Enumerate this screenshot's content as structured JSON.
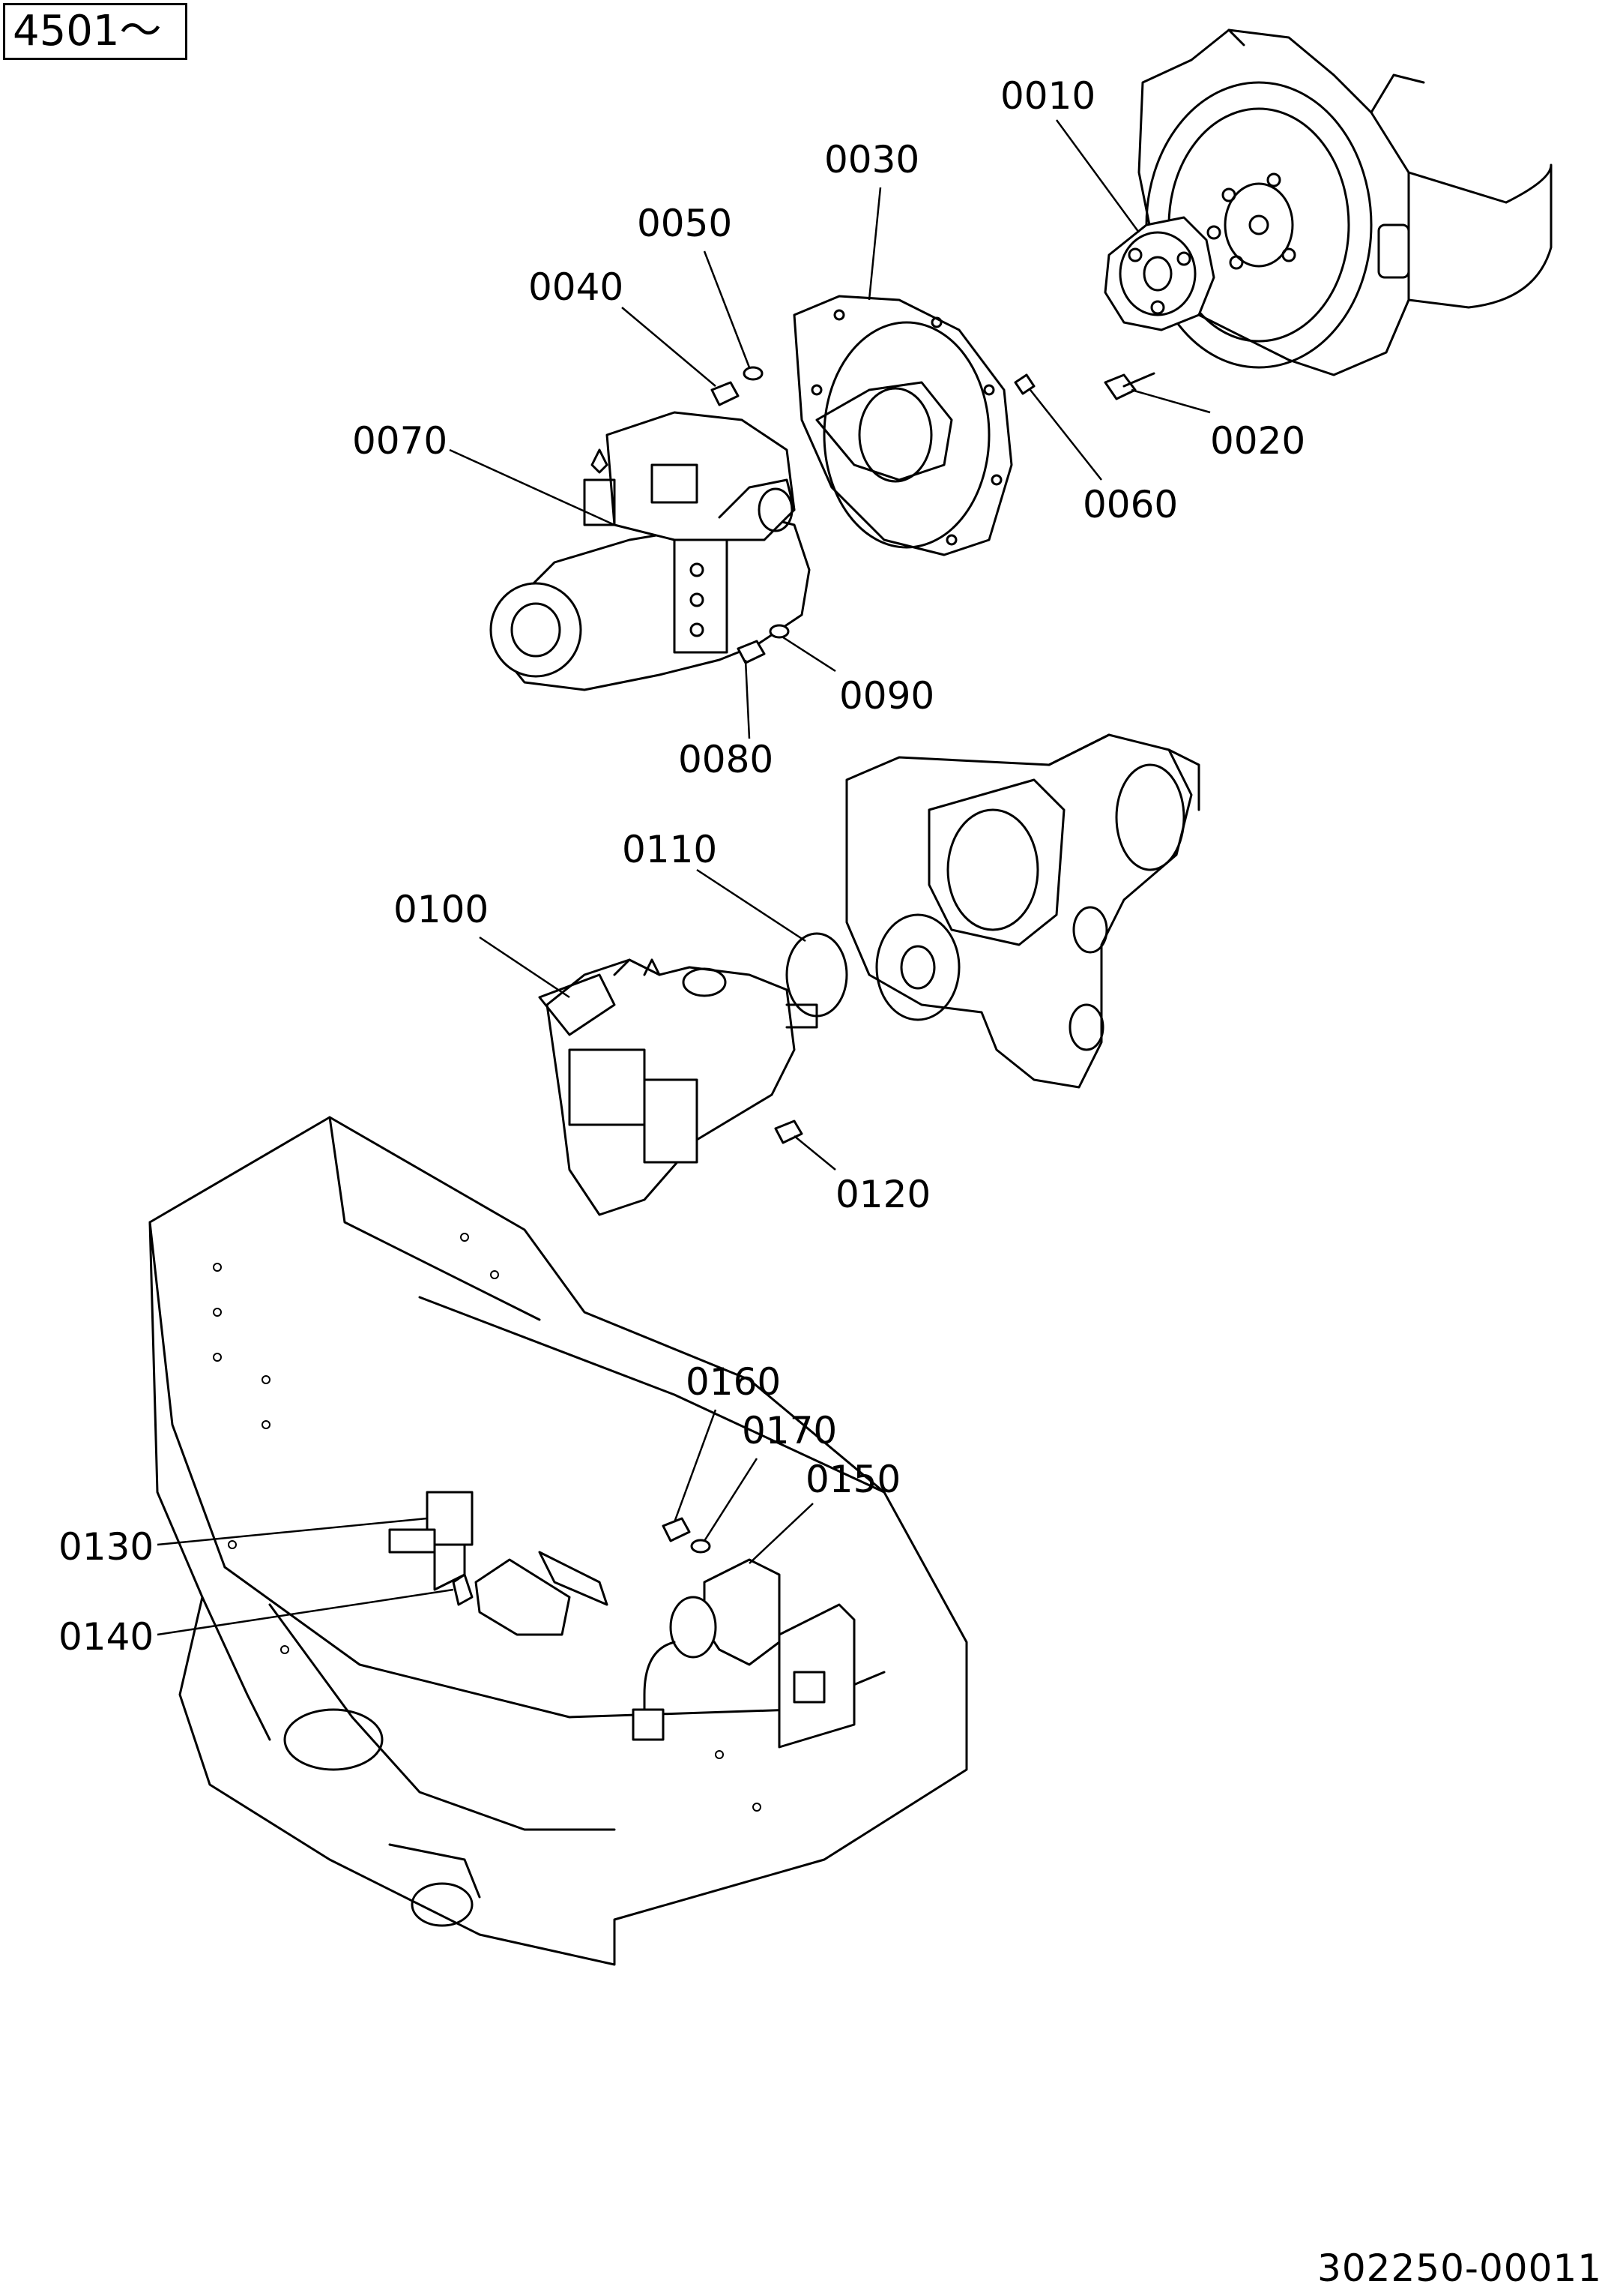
{
  "serial_range": "4501～",
  "drawing_number": "302250-00011",
  "parts": [
    {
      "id": "p0010",
      "label": "0010"
    },
    {
      "id": "p0020",
      "label": "0020"
    },
    {
      "id": "p0030",
      "label": "0030"
    },
    {
      "id": "p0040",
      "label": "0040"
    },
    {
      "id": "p0050",
      "label": "0050"
    },
    {
      "id": "p0060",
      "label": "0060"
    },
    {
      "id": "p0070",
      "label": "0070"
    },
    {
      "id": "p0080",
      "label": "0080"
    },
    {
      "id": "p0090",
      "label": "0090"
    },
    {
      "id": "p0100",
      "label": "0100"
    },
    {
      "id": "p0110",
      "label": "0110"
    },
    {
      "id": "p0120",
      "label": "0120"
    },
    {
      "id": "p0130",
      "label": "0130"
    },
    {
      "id": "p0140",
      "label": "0140"
    },
    {
      "id": "p0150",
      "label": "0150"
    },
    {
      "id": "p0160",
      "label": "0160"
    },
    {
      "id": "p0170",
      "label": "0170"
    }
  ]
}
